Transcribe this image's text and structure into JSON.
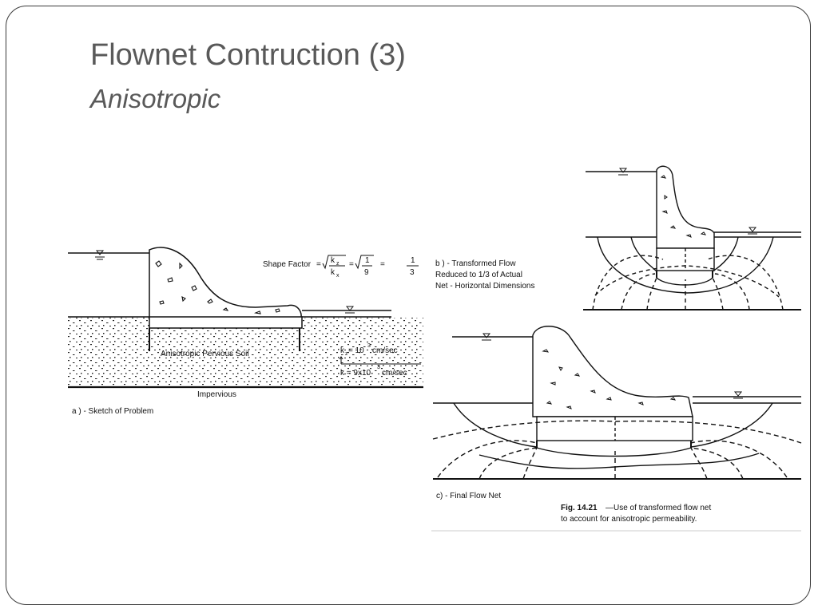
{
  "slide": {
    "title": "Flownet Contruction (3)",
    "subtitle": "Anisotropic"
  },
  "figure": {
    "panel_a": {
      "shape_factor_label": "Shape Factor",
      "kz": "k",
      "kz_sub": "z",
      "kx": "k",
      "kx_sub": "x",
      "one": "1",
      "nine": "9",
      "three": "3",
      "soil_label": "Anisotropic Pervious Soil",
      "kz_value": "k",
      "kz_value_sub": "z",
      "kz_value_rest": " = 10",
      "kz_value_exp": "3",
      "kz_value_unit": "cm/sec",
      "k_value": "k  = 9x10",
      "k_value_exp": "3",
      "k_value_unit": "cm/sec",
      "impervious_label": "Impervious",
      "caption": "a ) -  Sketch  of  Problem"
    },
    "panel_b": {
      "caption_line1": "b ) - Transformed  Flow",
      "caption_line2": "Reduced  to  1/3  of  Actual",
      "caption_line3": "Net - Horizontal  Dimensions"
    },
    "panel_c": {
      "caption": "c) -  Final  Flow  Net",
      "fig_number": "Fig. 14.21",
      "fig_caption_line1": "—Use of transformed flow net",
      "fig_caption_line2": "to account for anisotropic permeability."
    }
  }
}
